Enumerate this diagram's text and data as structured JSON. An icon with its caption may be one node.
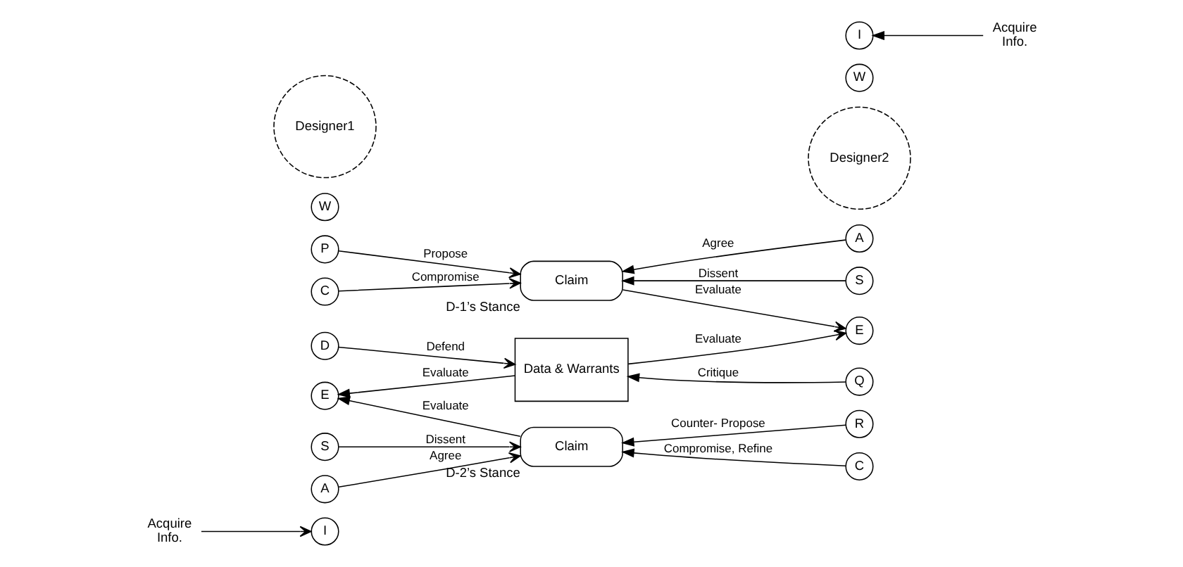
{
  "diagram": {
    "nodes": [
      {
        "text": [
          "Acquire Info."
        ]
      },
      {
        "text": [
          "Claim"
        ],
        "beside": [
          "D-1’s Stance"
        ]
      },
      {
        "text": [
          "P"
        ]
      },
      {
        "text": [
          "C"
        ]
      },
      {
        "text": [
          "I"
        ]
      },
      {
        "text": [
          "A"
        ]
      },
      {
        "text": [
          "S"
        ]
      },
      {
        "text": [
          "E"
        ]
      },
      {
        "text": [
          "W"
        ]
      },
      {
        "text": [
          "Designer1"
        ]
      },
      {
        "text": [
          "D"
        ]
      },
      {
        "text": [
          "Data & Warrants"
        ]
      },
      {
        "text": [
          "Q"
        ]
      },
      {
        "text": [
          "Designer2"
        ]
      },
      {
        "text": [
          "W"
        ]
      },
      {
        "text": [
          "S"
        ]
      },
      {
        "text": [
          "E"
        ]
      },
      {
        "text": [
          "A"
        ]
      },
      {
        "text": [
          "R"
        ]
      },
      {
        "text": [
          "C"
        ]
      },
      {
        "text": [
          "I"
        ]
      },
      {
        "text": [
          "Claim"
        ],
        "beside": [
          "D-2’s Stance"
        ]
      },
      {
        "text": [
          "Acquire Info."
        ]
      }
    ],
    "edges": [
      {
        "from": 2,
        "to": 1,
        "arrow": "to",
        "label": "Propose"
      },
      {
        "from": 3,
        "to": 1,
        "arrow": "to",
        "label": "Compromise"
      },
      {
        "from": 6,
        "to": 1,
        "arrow": "to",
        "label": "Dissent"
      },
      {
        "from": 5,
        "to": 1,
        "arrow": "to",
        "label": "Agree"
      },
      {
        "from": 1,
        "to": 7,
        "arrow": "to",
        "label": "Evaluate"
      },
      {
        "from": 0,
        "to": 4,
        "arrow": "to"
      },
      {
        "from": 10,
        "to": 11,
        "arrow": "to",
        "label": "Defend"
      },
      {
        "from": 11,
        "to": 7,
        "arrow": "to",
        "label": "Evaluate"
      },
      {
        "from": 11,
        "to": 16,
        "arrow": "to",
        "label": "Evaluate"
      },
      {
        "from": 12,
        "to": 11,
        "arrow": "to",
        "label": "Critique"
      },
      {
        "from": 21,
        "to": 16,
        "arrow": "to",
        "label": "Evaluate"
      },
      {
        "from": 17,
        "to": 21,
        "arrow": "to",
        "label": "Agree"
      },
      {
        "from": 15,
        "to": 21,
        "arrow": "to",
        "label": "Dissent"
      },
      {
        "from": 18,
        "to": 21,
        "arrow": "to",
        "label": "Counter- Propose"
      },
      {
        "from": 19,
        "to": 21,
        "arrow": "to",
        "label": "Compromise, Refine"
      },
      {
        "from": 22,
        "to": 20,
        "arrow": "to"
      }
    ]
  }
}
